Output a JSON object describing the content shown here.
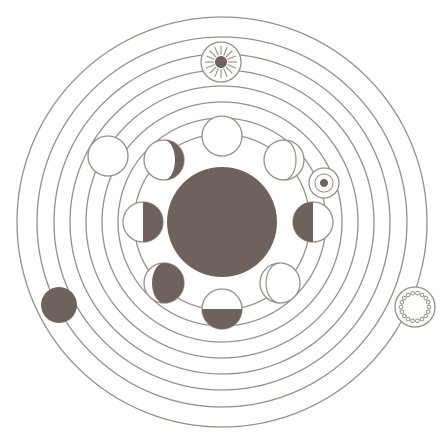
{
  "colors": {
    "background": "#ffffff",
    "line": "#9a8f88",
    "fill": "#6f625c",
    "light": "#ffffff"
  },
  "elements": {
    "central_body": "central-earth",
    "orbit_count": 7,
    "moon_phases": [
      {
        "name": "moon-phase-full",
        "phase": "full"
      },
      {
        "name": "moon-phase-waning-gibbous",
        "phase": "waning-gibbous"
      },
      {
        "name": "moon-phase-last-quarter",
        "phase": "last-quarter"
      },
      {
        "name": "moon-phase-waning-crescent",
        "phase": "waning-crescent"
      },
      {
        "name": "moon-phase-new",
        "phase": "new"
      },
      {
        "name": "moon-phase-waxing-crescent",
        "phase": "waxing-crescent"
      },
      {
        "name": "moon-phase-first-quarter",
        "phase": "first-quarter"
      },
      {
        "name": "moon-phase-waxing-gibbous",
        "phase": "waxing-gibbous"
      }
    ],
    "sun_icons": [
      "sun-top-icon",
      "sun-right-icon"
    ],
    "outer_planets": [
      "outer-body-dark",
      "outer-body-white",
      "small-ringed-body"
    ]
  }
}
